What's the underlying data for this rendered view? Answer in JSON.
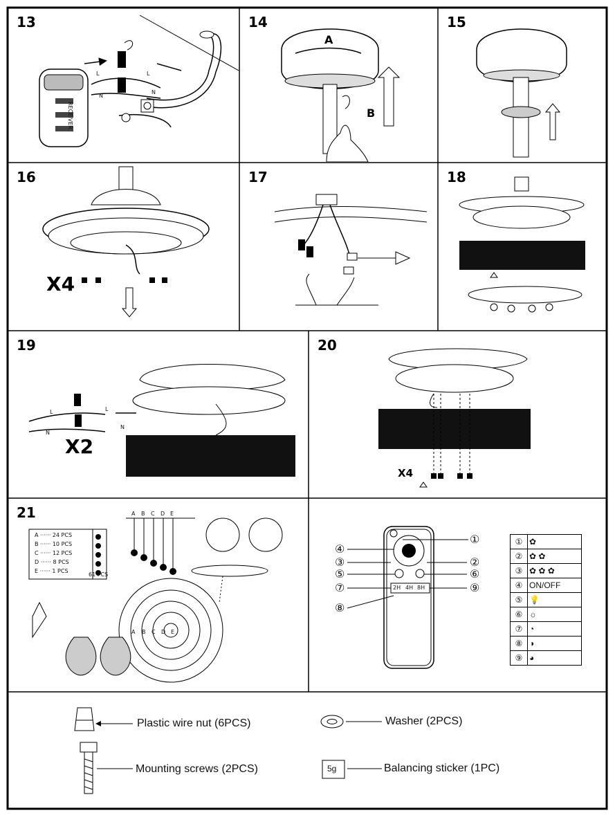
{
  "steps": {
    "s13": "13",
    "s14": "14",
    "s15": "15",
    "s16": "16",
    "s17": "17",
    "s18": "18",
    "s19": "19",
    "s20": "20",
    "s21": "21"
  },
  "step13": {
    "receiver_text": "RECEIVER",
    "wire_labels": [
      "L",
      "L",
      "N",
      "N"
    ]
  },
  "step14": {
    "label_a": "A",
    "label_b": "B"
  },
  "step16": {
    "multiplier": "X4"
  },
  "step19": {
    "multiplier": "X2",
    "wire_labels": [
      "L",
      "L",
      "N",
      "N"
    ]
  },
  "step20": {
    "multiplier": "X4"
  },
  "step21": {
    "strand_table": [
      {
        "letter": "A",
        "count": "24 PCS"
      },
      {
        "letter": "B",
        "count": "10 PCS"
      },
      {
        "letter": "C",
        "count": "12 PCS"
      },
      {
        "letter": "D",
        "count": "8 PCS"
      },
      {
        "letter": "E",
        "count": "1 PCS"
      }
    ],
    "total": "61 PCS",
    "strand_letters": [
      "A",
      "B",
      "C",
      "D",
      "E"
    ],
    "ring_letters": [
      "A",
      "B",
      "C",
      "D",
      "E"
    ]
  },
  "remote": {
    "callouts": [
      "①",
      "②",
      "③",
      "④",
      "⑤",
      "⑥",
      "⑦",
      "⑧",
      "⑨"
    ],
    "timer_buttons": [
      "2H",
      "4H",
      "8H"
    ],
    "legend": [
      {
        "num": "①",
        "text": ""
      },
      {
        "num": "②",
        "text": ""
      },
      {
        "num": "③",
        "text": ""
      },
      {
        "num": "④",
        "text": "ON/OFF"
      },
      {
        "num": "⑤",
        "text": ""
      },
      {
        "num": "⑥",
        "text": ""
      },
      {
        "num": "⑦",
        "text": ""
      },
      {
        "num": "⑧",
        "text": ""
      },
      {
        "num": "⑨",
        "text": ""
      }
    ]
  },
  "parts": {
    "wire_nut": "Plastic wire nut (6PCS)",
    "washer": "Washer (2PCS)",
    "screws": "Mounting screws (2PCS)",
    "sticker": "Balancing sticker (1PC)",
    "sticker_mark": "5g"
  }
}
